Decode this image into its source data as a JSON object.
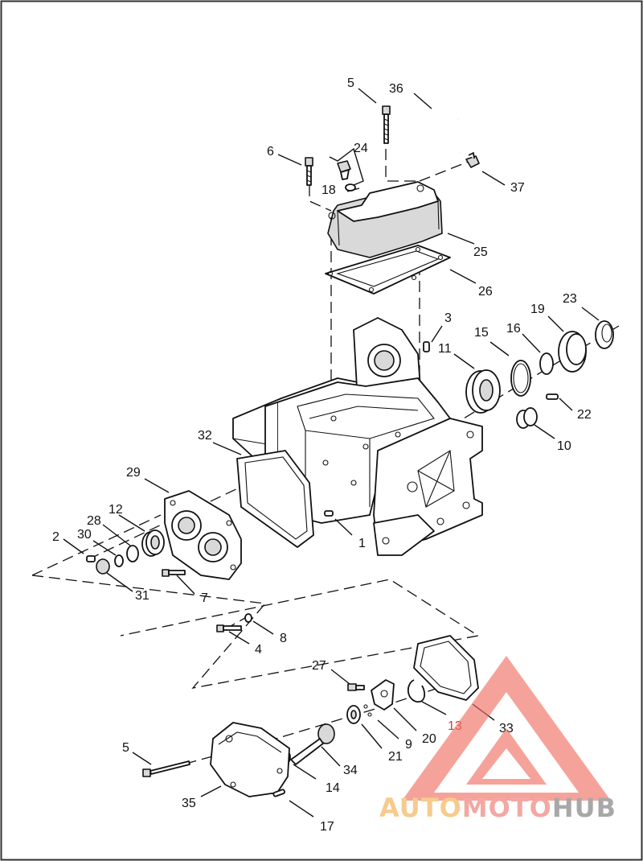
{
  "callouts": [
    {
      "id": "c1",
      "text": "1"
    },
    {
      "id": "c2",
      "text": "2"
    },
    {
      "id": "c3",
      "text": "3"
    },
    {
      "id": "c4",
      "text": "4"
    },
    {
      "id": "c5a",
      "text": "5"
    },
    {
      "id": "c5b",
      "text": "5"
    },
    {
      "id": "c6",
      "text": "6"
    },
    {
      "id": "c7",
      "text": "7"
    },
    {
      "id": "c8",
      "text": "8"
    },
    {
      "id": "c9",
      "text": "9"
    },
    {
      "id": "c10",
      "text": "10"
    },
    {
      "id": "c11",
      "text": "11"
    },
    {
      "id": "c12",
      "text": "12"
    },
    {
      "id": "c13",
      "text": "13"
    },
    {
      "id": "c14",
      "text": "14"
    },
    {
      "id": "c15",
      "text": "15"
    },
    {
      "id": "c16",
      "text": "16"
    },
    {
      "id": "c17",
      "text": "17"
    },
    {
      "id": "c18",
      "text": "18"
    },
    {
      "id": "c19",
      "text": "19"
    },
    {
      "id": "c20",
      "text": "20"
    },
    {
      "id": "c21",
      "text": "21"
    },
    {
      "id": "c22",
      "text": "22"
    },
    {
      "id": "c23",
      "text": "23"
    },
    {
      "id": "c24",
      "text": "24"
    },
    {
      "id": "c25",
      "text": "25"
    },
    {
      "id": "c26",
      "text": "26"
    },
    {
      "id": "c27",
      "text": "27"
    },
    {
      "id": "c28",
      "text": "28"
    },
    {
      "id": "c29",
      "text": "29"
    },
    {
      "id": "c30",
      "text": "30"
    },
    {
      "id": "c31",
      "text": "31"
    },
    {
      "id": "c32",
      "text": "32"
    },
    {
      "id": "c33",
      "text": "33"
    },
    {
      "id": "c34",
      "text": "34"
    },
    {
      "id": "c35",
      "text": "35"
    },
    {
      "id": "c36",
      "text": "36"
    },
    {
      "id": "c37",
      "text": "37"
    }
  ],
  "watermark": {
    "part1": "AUTO",
    "part2": "MOTO",
    "part3": "HUB",
    "color_part1": "#f5c27a",
    "color_part2": "#f29a93",
    "color_part3": "#9a9a9a",
    "triangle_color": "#ef6f62"
  },
  "colors": {
    "line": "#111111",
    "background": "#ffffff",
    "frame": "#333333"
  }
}
